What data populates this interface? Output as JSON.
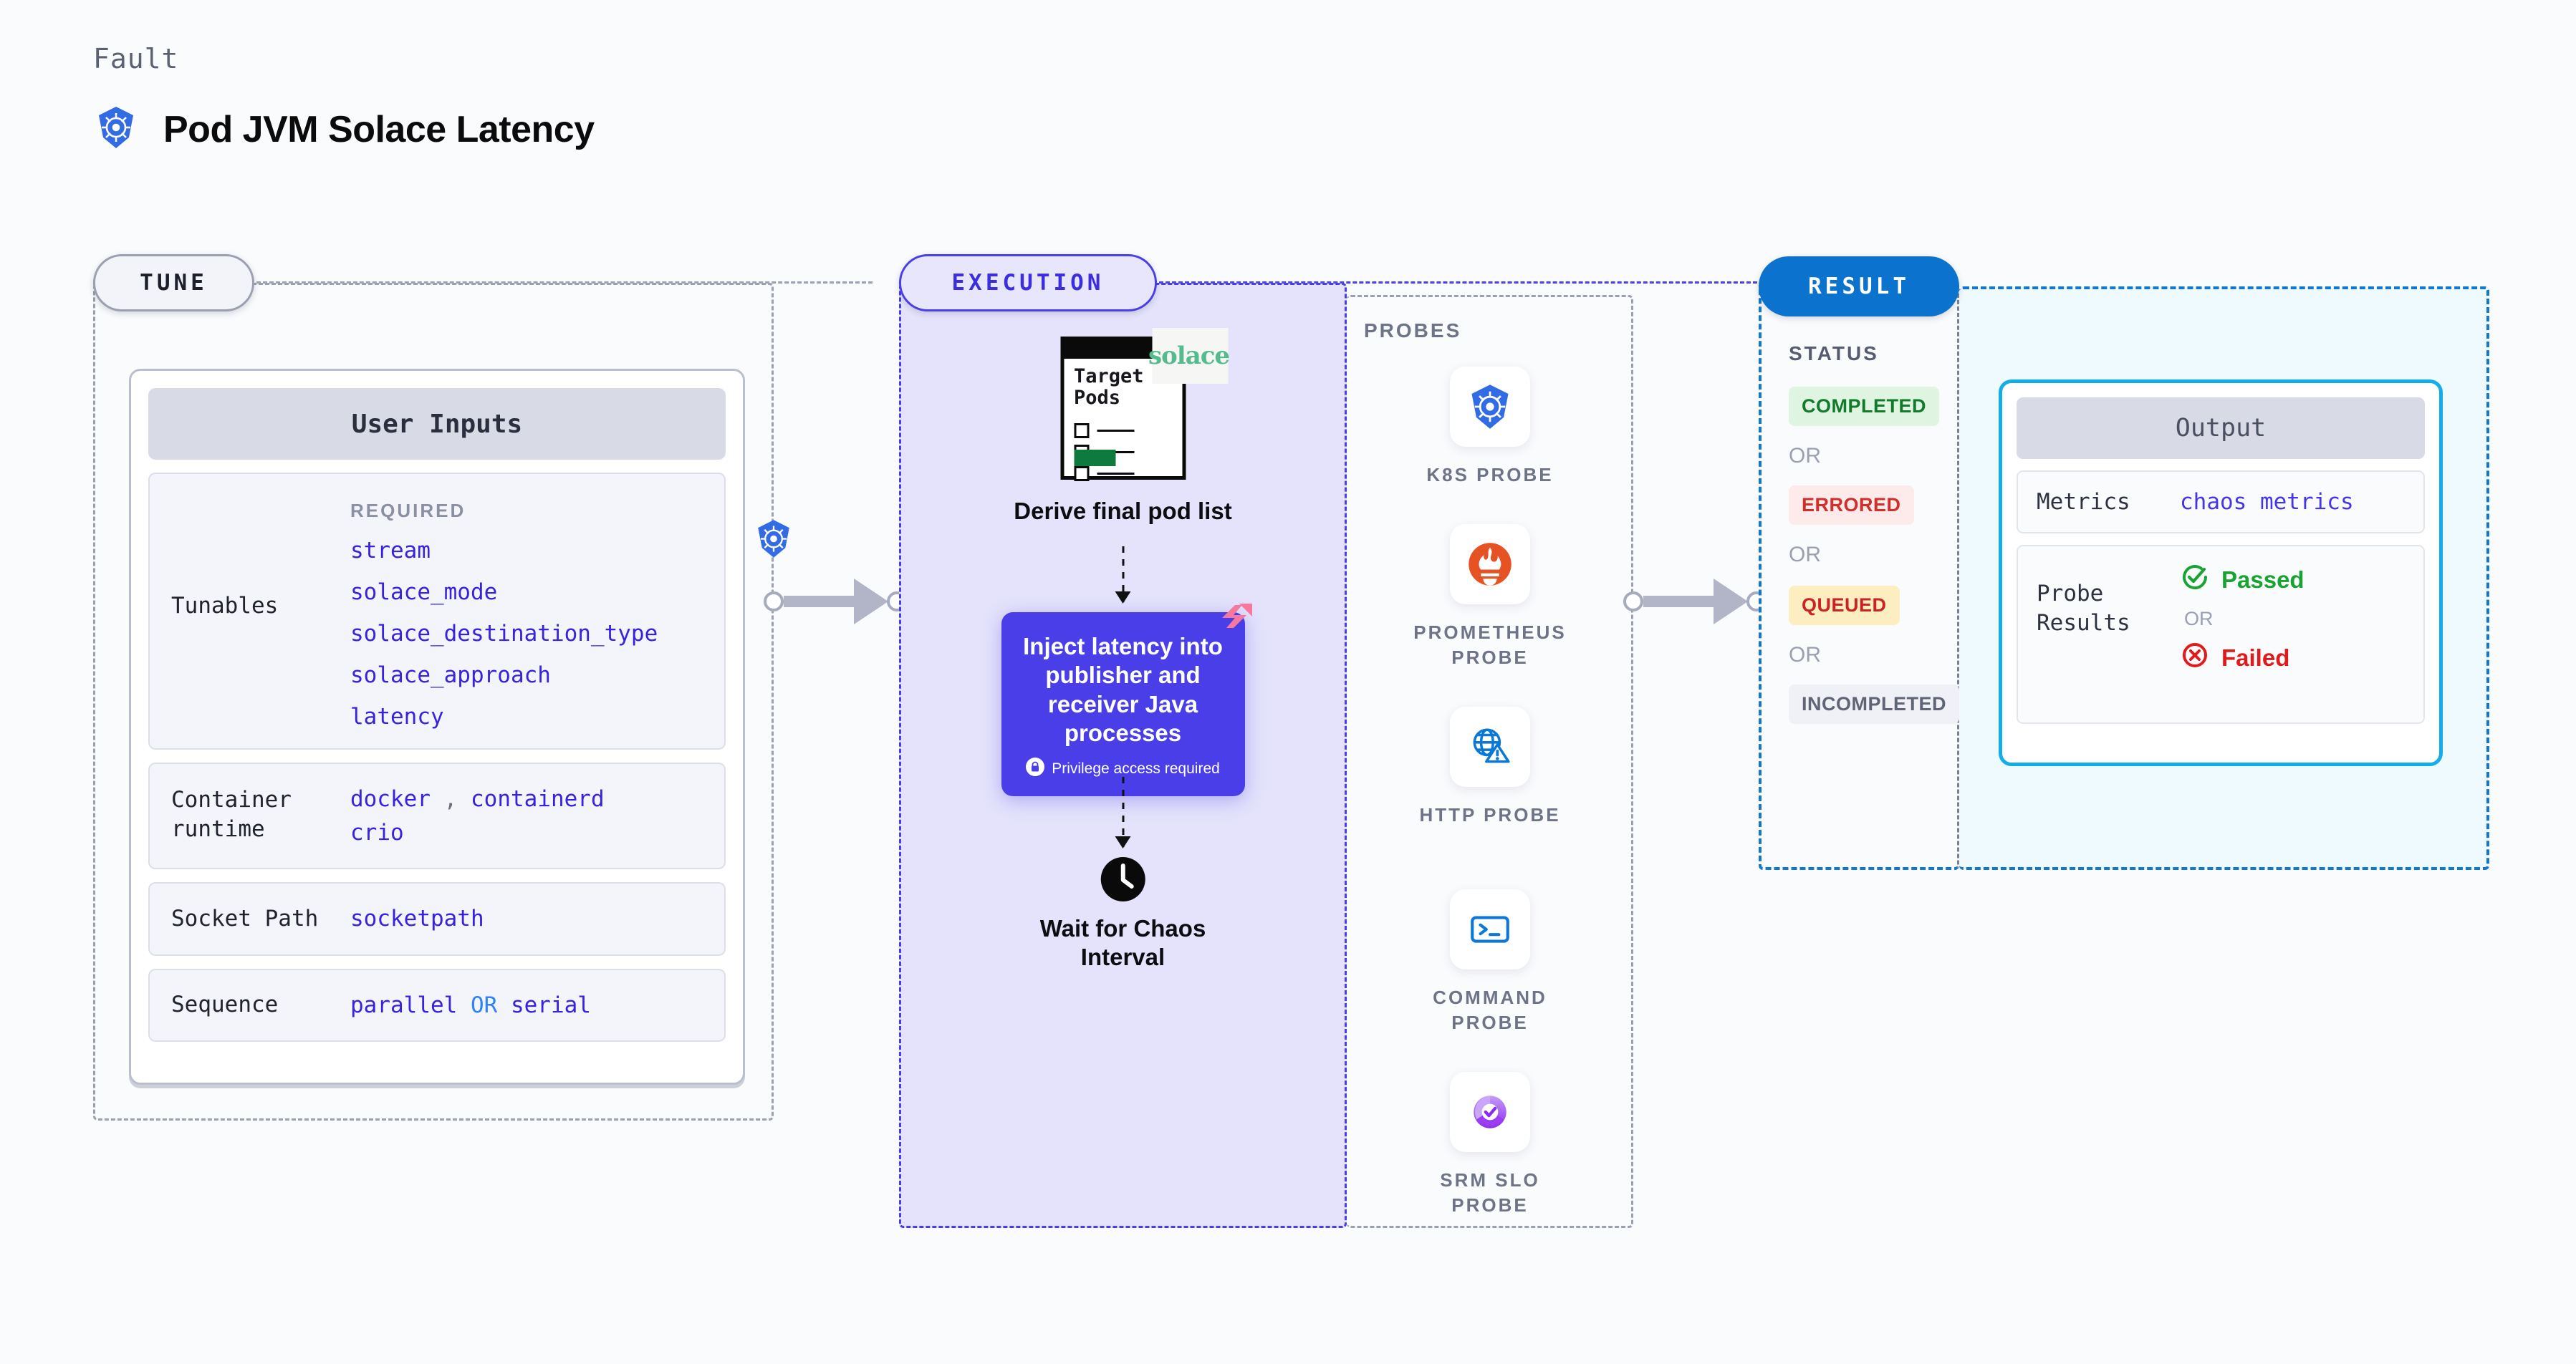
{
  "header": {
    "fault_label": "Fault",
    "title": "Pod JVM Solace Latency",
    "icon": "kubernetes-icon"
  },
  "tune": {
    "pill_label": "TUNE",
    "badge_icon": "kubernetes-icon",
    "card_title": "User Inputs",
    "required_label": "REQUIRED",
    "tunables_label": "Tunables",
    "tunables": [
      "stream",
      "solace_mode",
      "solace_destination_type",
      "solace_approach",
      "latency"
    ],
    "rows": [
      {
        "label": "Container runtime",
        "values": [
          "docker",
          "containerd",
          "crio"
        ],
        "separator": ","
      },
      {
        "label": "Socket Path",
        "values": [
          "socketpath"
        ]
      },
      {
        "label": "Sequence",
        "values": [
          "parallel",
          "serial"
        ],
        "joiner": "OR"
      }
    ]
  },
  "execution": {
    "pill_label": "EXECUTION",
    "document": {
      "title_line1": "Target",
      "title_line2": "Pods",
      "checkbox_count": 3,
      "logo_text": "solace",
      "logo_icon": "solace-logo"
    },
    "derive_label": "Derive final pod list",
    "inject": {
      "text": "Inject latency into publisher and receiver Java processes",
      "privilege_note": "Privilege access required",
      "lock_icon": "lock-icon",
      "corner_icon": "litmus-logo-icon"
    },
    "wait": {
      "icon": "clock-icon",
      "label": "Wait for Chaos Interval"
    }
  },
  "probes": {
    "title": "PROBES",
    "items": [
      {
        "label": "K8S PROBE",
        "icon": "kubernetes-icon"
      },
      {
        "label": "PROMETHEUS PROBE",
        "icon": "prometheus-icon"
      },
      {
        "label": "HTTP PROBE",
        "icon": "http-globe-warning-icon"
      },
      {
        "label": "COMMAND PROBE",
        "icon": "terminal-icon"
      },
      {
        "label": "SRM SLO PROBE",
        "icon": "srm-slo-icon"
      }
    ]
  },
  "result": {
    "pill_label": "RESULT",
    "status_title": "STATUS",
    "or_label": "OR",
    "statuses": [
      {
        "label": "COMPLETED",
        "bg": "#dff5e1",
        "fg": "#127a2b"
      },
      {
        "label": "ERRORED",
        "bg": "#fdeaea",
        "fg": "#d1302a"
      },
      {
        "label": "QUEUED",
        "bg": "#fdeec2",
        "fg": "#cc2222"
      },
      {
        "label": "INCOMPLETED",
        "bg": "#eff1f6",
        "fg": "#5f6576"
      }
    ]
  },
  "output": {
    "card_title": "Output",
    "metrics_label": "Metrics",
    "metrics_value": "chaos metrics",
    "probe_results_label": "Probe Results",
    "passed_label": "Passed",
    "failed_label": "Failed",
    "or_label": "OR",
    "passed_icon": "check-circle-icon",
    "failed_icon": "x-circle-icon"
  },
  "colors": {
    "accent_purple": "#4a3ee8",
    "accent_blue": "#0b72ce",
    "accent_cyan": "#13aee8",
    "kubernetes_blue": "#326ce5",
    "passed_green": "#19a333",
    "failed_red": "#e01b1b",
    "litmus_pink": "#f8779f"
  }
}
